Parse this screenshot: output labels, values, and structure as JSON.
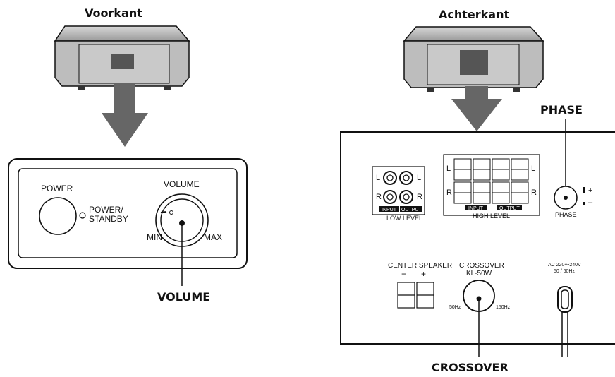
{
  "front": {
    "title": "Voorkant",
    "power_label": "POWER",
    "standby_label_1": "POWER/",
    "standby_label_2": "STANDBY",
    "volume_label": "VOLUME",
    "min_label": "MIN",
    "max_label": "MAX",
    "callout": "VOLUME"
  },
  "rear": {
    "title": "Achterkant",
    "phase_callout": "PHASE",
    "phase_label": "PHASE",
    "phase_plus": "+",
    "phase_minus": "–",
    "low_level": {
      "l": "L",
      "r": "R",
      "input": "INPUT",
      "output": "OUTPUT",
      "caption": "LOW LEVEL"
    },
    "high_level": {
      "l": "L",
      "r": "R",
      "input": "INPUT",
      "output": "OUTPUT",
      "caption": "HIGH LEVEL"
    },
    "center_speaker": {
      "label": "CENTER SPEAKER",
      "minus": "−",
      "plus": "+"
    },
    "crossover": {
      "label_1": "CROSSOVER",
      "label_2": "KL-50W",
      "min": "50Hz",
      "max": "150Hz",
      "callout": "CROSSOVER"
    },
    "ac": {
      "label_1": "AC 220～240V",
      "label_2": "50 / 60Hz"
    }
  },
  "colors": {
    "line": "#111111",
    "arrow": "#666666",
    "device_gray": "#b5b5b5",
    "device_window": "#555555"
  }
}
